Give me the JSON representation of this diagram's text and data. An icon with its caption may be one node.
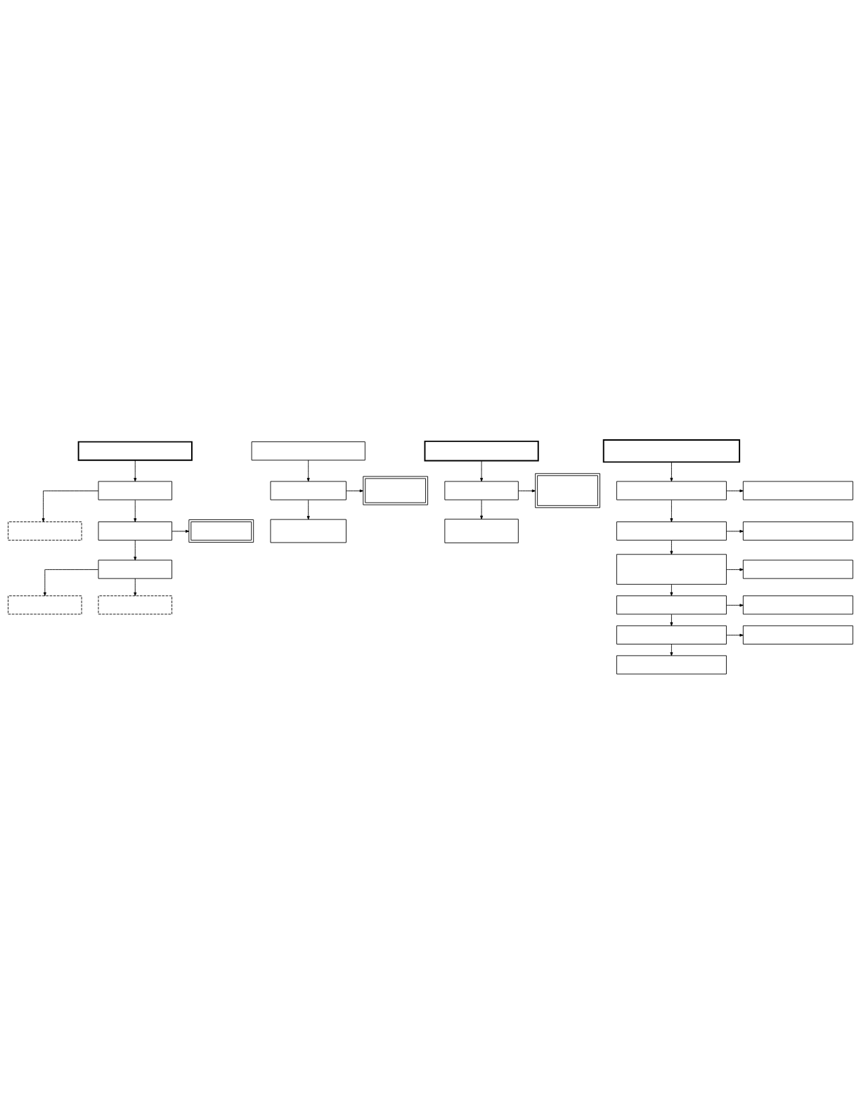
{
  "diagram": {
    "nodes": [
      {
        "text": [],
        "shape": "box"
      },
      {
        "text": [],
        "shape": "box"
      },
      {
        "text": [],
        "shape": "box"
      },
      {
        "text": [],
        "shape": "box"
      },
      {
        "text": [],
        "shape": "box"
      },
      {
        "text": [],
        "shape": "box"
      },
      {
        "text": [],
        "shape": "box"
      },
      {
        "text": [],
        "shape": "box"
      },
      {
        "text": [],
        "shape": "box"
      },
      {
        "text": [],
        "shape": "box"
      },
      {
        "text": [],
        "shape": "box"
      },
      {
        "text": [],
        "shape": "box"
      },
      {
        "text": [],
        "shape": "box"
      },
      {
        "text": [],
        "shape": "box"
      },
      {
        "text": [],
        "shape": "box"
      },
      {
        "text": [],
        "shape": "box"
      },
      {
        "text": [],
        "shape": "box"
      },
      {
        "text": [],
        "shape": "box"
      },
      {
        "text": [],
        "shape": "box"
      },
      {
        "text": [],
        "shape": "box"
      },
      {
        "text": [],
        "shape": "box"
      },
      {
        "text": [],
        "shape": "box"
      },
      {
        "text": [],
        "shape": "box"
      },
      {
        "text": [],
        "shape": "box"
      },
      {
        "text": [],
        "shape": "box"
      },
      {
        "text": [],
        "shape": "box"
      },
      {
        "text": [],
        "shape": "box"
      },
      {
        "text": [],
        "shape": "box"
      }
    ],
    "edges": [
      {
        "from": 0,
        "to": 1,
        "arrow": "to"
      },
      {
        "from": 1,
        "to": 2,
        "arrow": "to"
      },
      {
        "from": 1,
        "to": 3,
        "arrow": "to"
      },
      {
        "from": 3,
        "to": 4,
        "arrow": "to"
      },
      {
        "from": 3,
        "to": 5,
        "arrow": "to"
      },
      {
        "from": 5,
        "to": 6,
        "arrow": "to"
      },
      {
        "from": 5,
        "to": 7,
        "arrow": "to"
      },
      {
        "from": 8,
        "to": 9,
        "arrow": "to"
      },
      {
        "from": 9,
        "to": 10,
        "arrow": "to"
      },
      {
        "from": 9,
        "to": 11,
        "arrow": "to"
      },
      {
        "from": 12,
        "to": 13,
        "arrow": "to"
      },
      {
        "from": 13,
        "to": 14,
        "arrow": "to"
      },
      {
        "from": 13,
        "to": 15,
        "arrow": "to"
      },
      {
        "from": 16,
        "to": 17,
        "arrow": "to"
      },
      {
        "from": 17,
        "to": 18,
        "arrow": "to"
      },
      {
        "from": 17,
        "to": 19,
        "arrow": "to"
      },
      {
        "from": 19,
        "to": 20,
        "arrow": "to"
      },
      {
        "from": 19,
        "to": 21,
        "arrow": "to"
      },
      {
        "from": 21,
        "to": 22,
        "arrow": "to"
      },
      {
        "from": 21,
        "to": 23,
        "arrow": "to"
      },
      {
        "from": 23,
        "to": 24,
        "arrow": "to"
      },
      {
        "from": 23,
        "to": 25,
        "arrow": "to"
      },
      {
        "from": 25,
        "to": 26,
        "arrow": "to"
      },
      {
        "from": 25,
        "to": 27,
        "arrow": "to"
      }
    ]
  }
}
